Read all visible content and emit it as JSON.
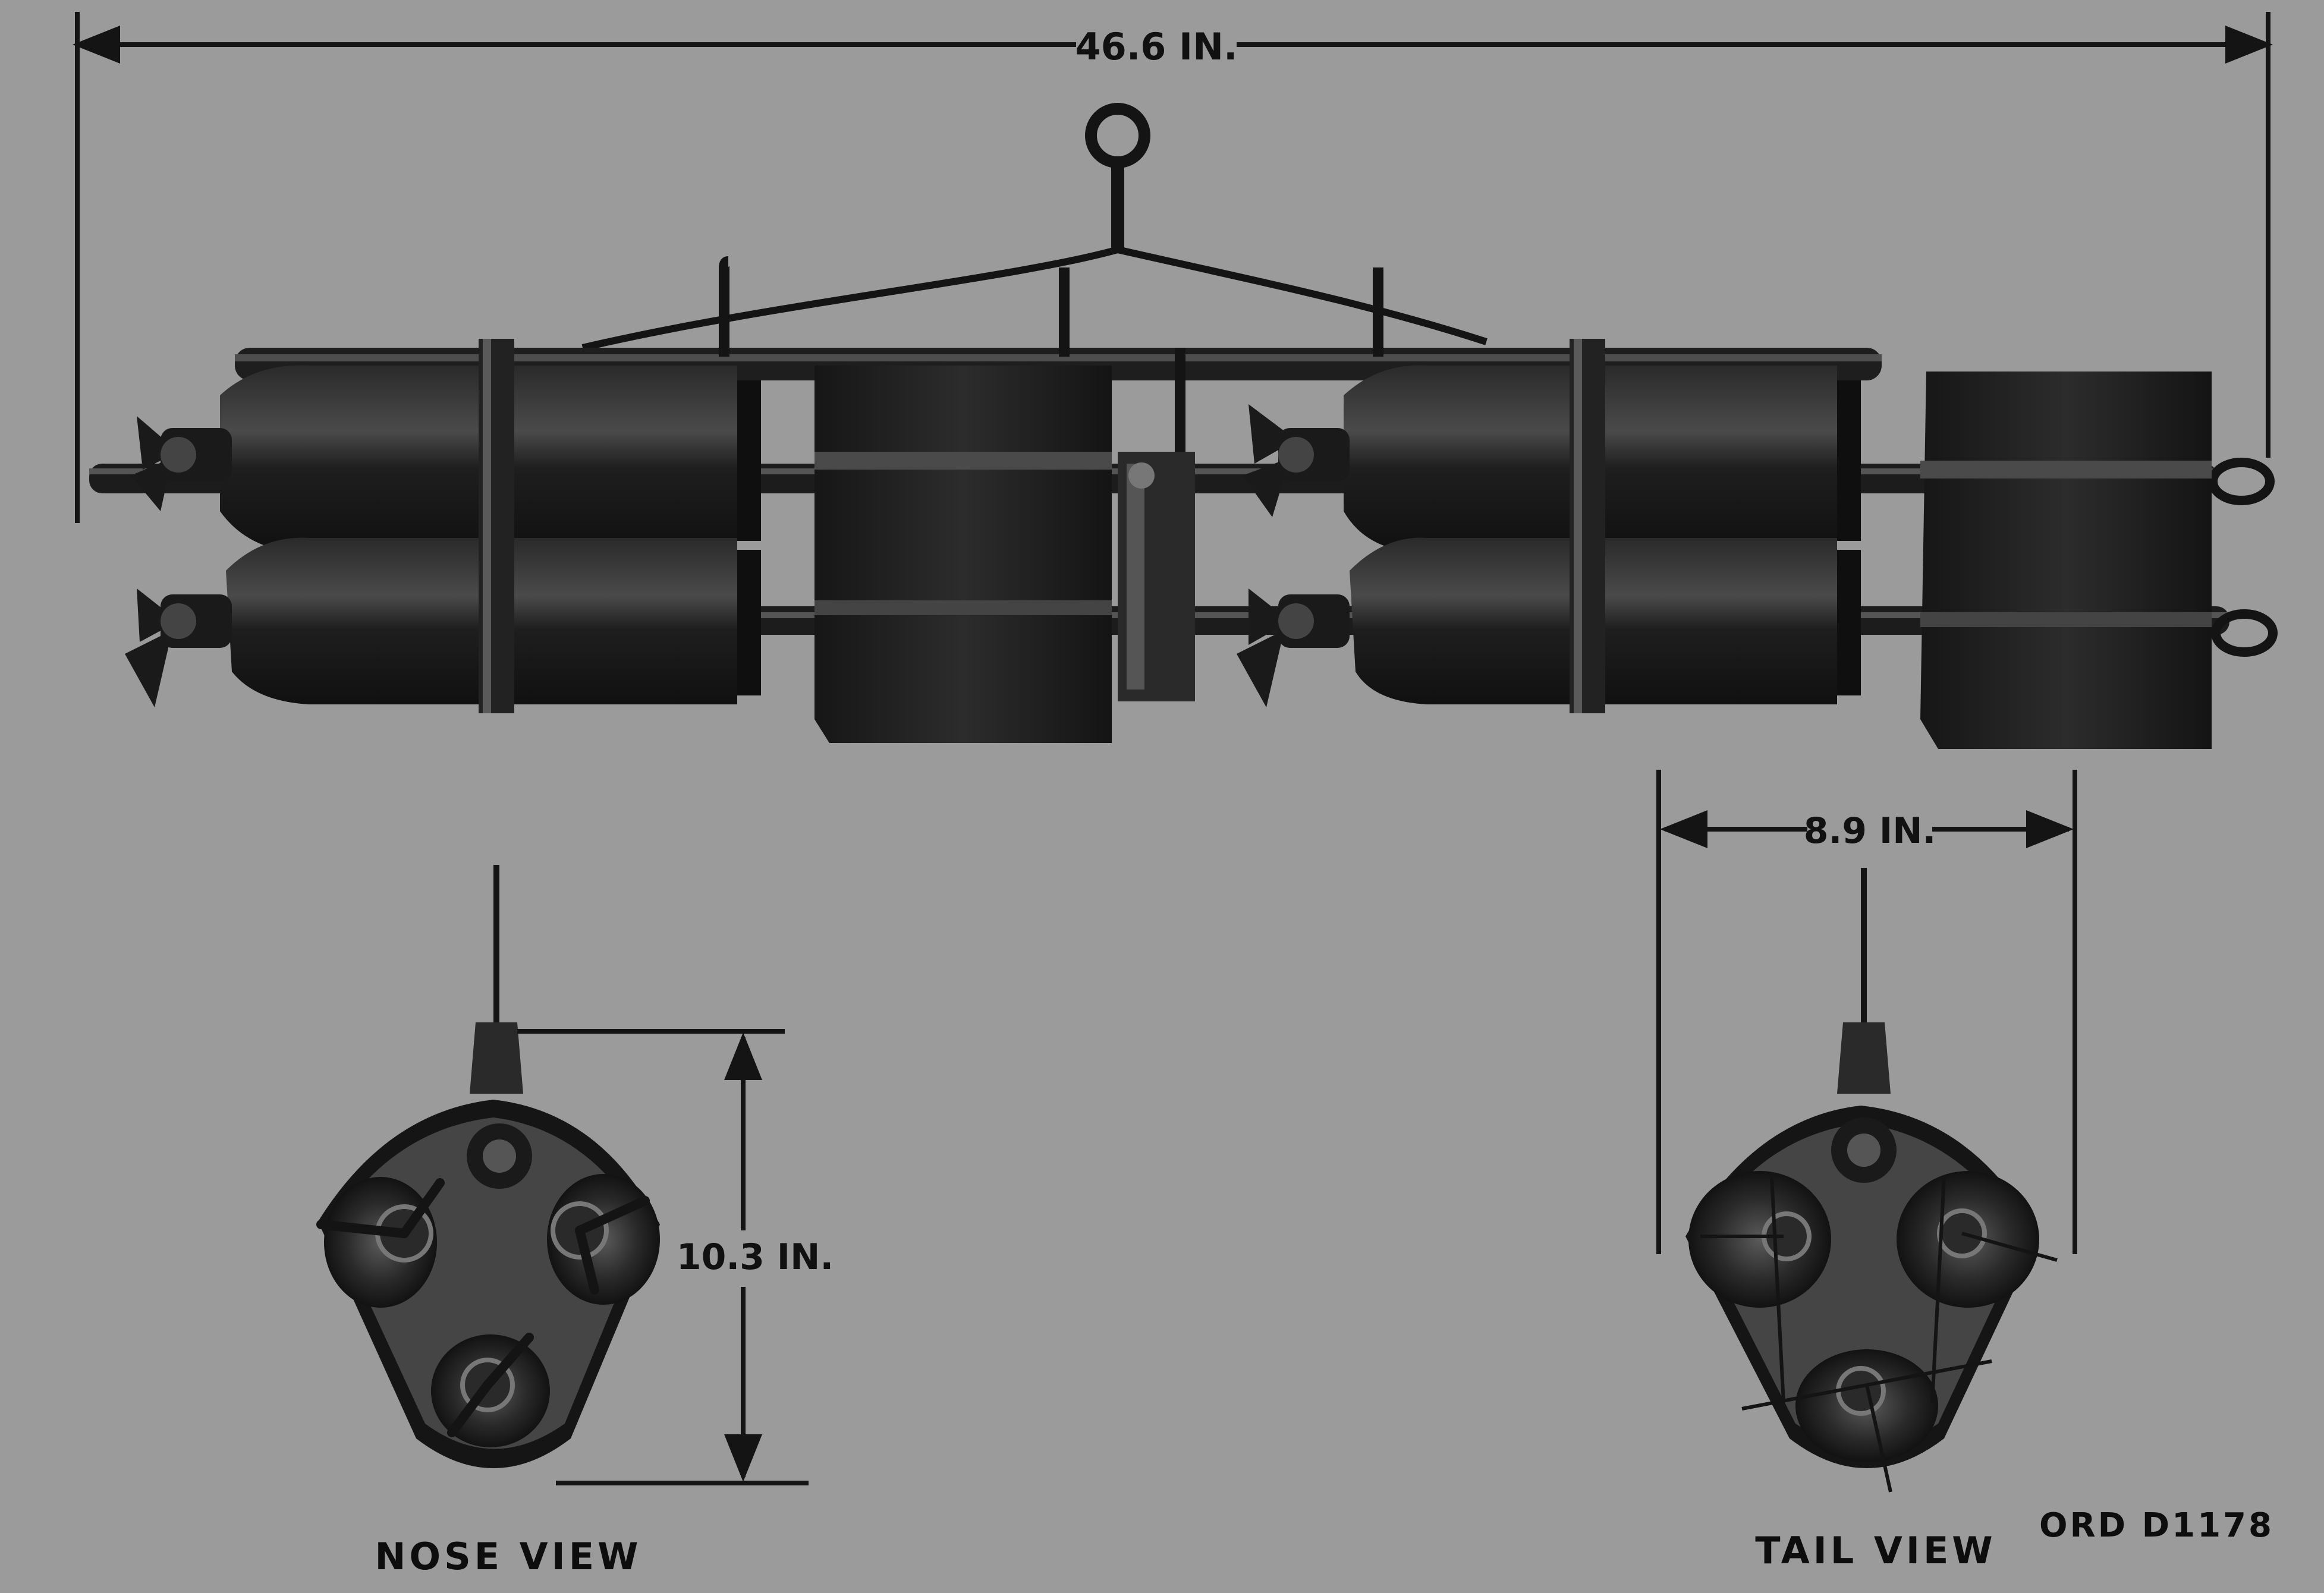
{
  "dimensions": {
    "overall_length": "46.6 IN.",
    "tail_width": "8.9 IN.",
    "nose_height": "10.3 IN."
  },
  "labels": {
    "nose_view": "NOSE VIEW",
    "tail_view": "TAIL VIEW",
    "drawing_number": "ORD D1178"
  },
  "colors": {
    "paper": "#9b9b9b",
    "ink": "#141414",
    "metal_dark": "#1c1c1c",
    "metal_mid": "#3a3a3a",
    "highlight": "#6e6e6e"
  }
}
